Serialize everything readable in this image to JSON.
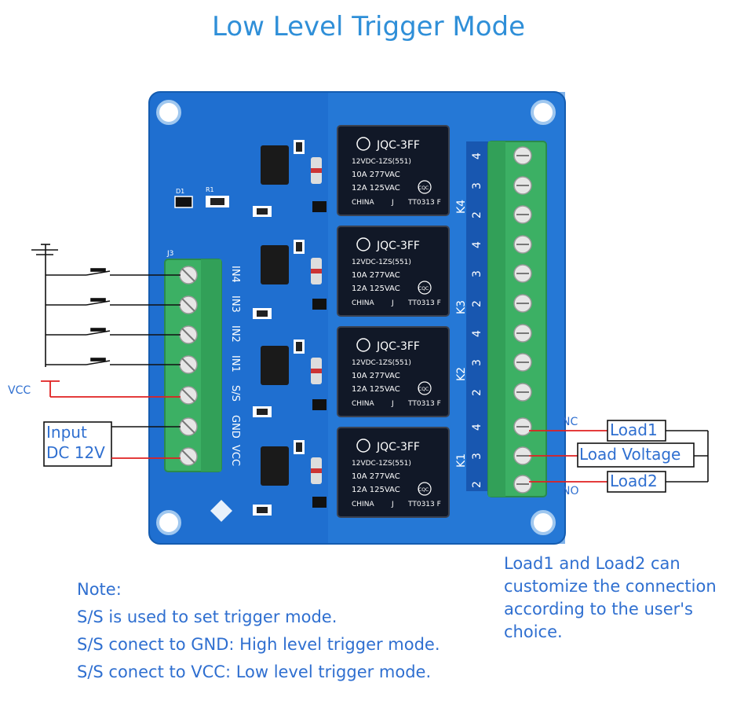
{
  "title": "Low Level Trigger Mode",
  "labels": {
    "vcc": "VCC",
    "input_line1": "Input",
    "input_line2": "DC 12V",
    "nc": "NC",
    "no": "NO",
    "load1": "Load1",
    "load_voltage": "Load Voltage",
    "load2": "Load2",
    "j3": "J3",
    "d1": "D1",
    "r1": "R1"
  },
  "pins_left": [
    "IN4",
    "IN3",
    "IN2",
    "IN1",
    "S/S",
    "GND",
    "VCC"
  ],
  "relay": {
    "brand": "JQC-3FF",
    "line1": "12VDC-1ZS(551)",
    "line2": "10A 277VAC",
    "line3": "12A 125VAC",
    "line4a": "CHINA",
    "line4b": "J",
    "line4c": "TT0313 F",
    "cert": "CQC"
  },
  "relay_groups": [
    {
      "name": "K4",
      "pins": [
        "4",
        "3",
        "2"
      ]
    },
    {
      "name": "K3",
      "pins": [
        "4",
        "3",
        "2"
      ]
    },
    {
      "name": "K2",
      "pins": [
        "4",
        "3",
        "2"
      ]
    },
    {
      "name": "K1",
      "pins": [
        "4",
        "3",
        "2"
      ]
    }
  ],
  "note": {
    "heading": "Note:",
    "line1": "S/S is used to set trigger mode.",
    "line2": "S/S conect to GND: High level trigger mode.",
    "line3": "S/S conect to VCC: Low level trigger mode."
  },
  "custom_note": {
    "line1": "Load1 and Load2 can",
    "line2": "customize the connection",
    "line3": "according to the user's",
    "line4": "choice."
  },
  "colors": {
    "title": "#2f8fd8",
    "board": "#1f6fd0",
    "terminal": "#3cb064",
    "relay": "#111827",
    "wire_red": "#e02020",
    "text_blue": "#2f6fd0"
  }
}
